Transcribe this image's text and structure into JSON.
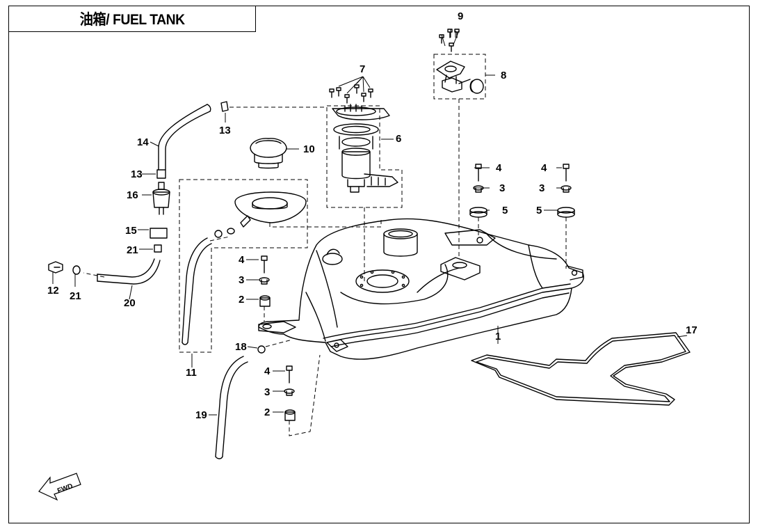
{
  "title": "油箱/ FUEL TANK",
  "fwd_label": "FWD",
  "callouts": [
    {
      "id": "c1",
      "text": "1"
    },
    {
      "id": "c2a",
      "text": "2"
    },
    {
      "id": "c2b",
      "text": "2"
    },
    {
      "id": "c3a",
      "text": "3"
    },
    {
      "id": "c3b",
      "text": "3"
    },
    {
      "id": "c3c",
      "text": "3"
    },
    {
      "id": "c3d",
      "text": "3"
    },
    {
      "id": "c4a",
      "text": "4"
    },
    {
      "id": "c4b",
      "text": "4"
    },
    {
      "id": "c4c",
      "text": "4"
    },
    {
      "id": "c4d",
      "text": "4"
    },
    {
      "id": "c5a",
      "text": "5"
    },
    {
      "id": "c5b",
      "text": "5"
    },
    {
      "id": "c6",
      "text": "6"
    },
    {
      "id": "c7",
      "text": "7"
    },
    {
      "id": "c8",
      "text": "8"
    },
    {
      "id": "c9",
      "text": "9"
    },
    {
      "id": "c10",
      "text": "10"
    },
    {
      "id": "c11",
      "text": "11"
    },
    {
      "id": "c12",
      "text": "12"
    },
    {
      "id": "c13a",
      "text": "13"
    },
    {
      "id": "c13b",
      "text": "13"
    },
    {
      "id": "c14",
      "text": "14"
    },
    {
      "id": "c15",
      "text": "15"
    },
    {
      "id": "c16",
      "text": "16"
    },
    {
      "id": "c17",
      "text": "17"
    },
    {
      "id": "c18",
      "text": "18"
    },
    {
      "id": "c19",
      "text": "19"
    },
    {
      "id": "c20",
      "text": "20"
    },
    {
      "id": "c21a",
      "text": "21"
    },
    {
      "id": "c21b",
      "text": "21"
    }
  ]
}
